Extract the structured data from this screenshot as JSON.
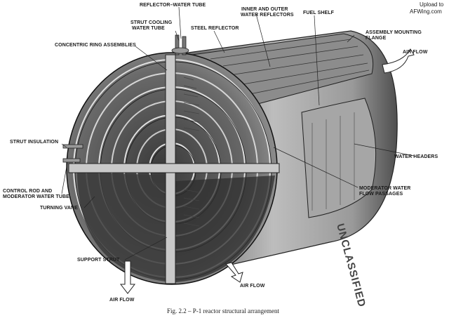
{
  "diagram": {
    "caption": "Fig. 2.2 – P-1 reactor structural arrangement",
    "watermark": {
      "line1": "Upload to",
      "line2": "AFWing.com"
    },
    "stamp": "UNCLASSIFIED",
    "labels": {
      "reflector_water_tube": "REFLECTOR–WATER TUBE",
      "strut_cooling_water_tube": [
        "STRUT COOLING",
        "WATER TUBE"
      ],
      "inner_outer_reflectors": [
        "INNER AND OUTER",
        "WATER REFLECTORS"
      ],
      "fuel_shelf": "FUEL SHELF",
      "steel_reflector": "STEEL REFLECTOR",
      "assembly_mounting_flange": [
        "ASSEMBLY MOUNTING",
        "FLANGE"
      ],
      "concentric_ring_assemblies": "CONCENTRIC RING ASSEMBLIES",
      "air_flow_top": "AIR FLOW",
      "strut_insulation": "STRUT INSULATION",
      "water_headers": "WATER HEADERS",
      "control_rod": [
        "CONTROL ROD AND",
        "MODERATOR WATER TUBE"
      ],
      "moderator_water_flow": [
        "MODERATOR WATER",
        "FLOW PASSAGES"
      ],
      "turning_vane": "TURNING VANE",
      "support_strut": "SUPPORT STRUT",
      "air_flow_bottom_left": "AIR FLOW",
      "air_flow_bottom": "AIR FLOW"
    }
  }
}
